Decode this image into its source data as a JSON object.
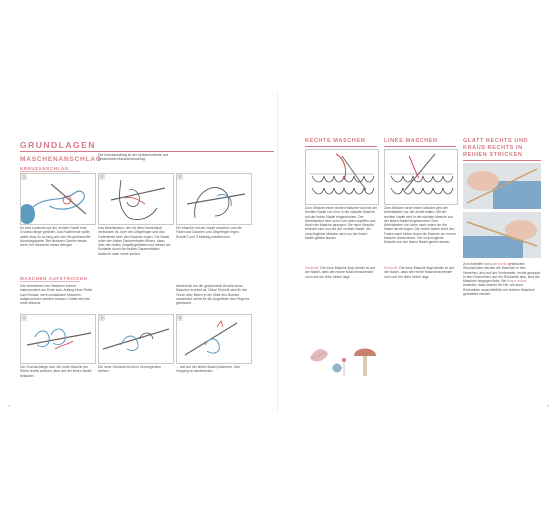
{
  "left": {
    "title": "GRUNDLAGEN",
    "section1": "MASCHENANSCHLAG",
    "subsection1": "KREUZANSCHLAG",
    "intro": "Der Kreuzanschlag ist der herkömmlichste und bekannteste Maschenanschlag.",
    "steps1": [
      {
        "num": "1",
        "text": "Es wird zunächst auf der rechten Nadel eine Grundschlinge gebildet. Das Fadenende sollte dabei etwa 3x so lang sein wie die gewünschte Anschlagskante. Bei dickeren Garnen etwas mehr, bei dünneren etwas weniger."
      },
      {
        "num": "2",
        "text": "Das Arbeitsfaden, der mit dem Garnknäuel verbunden ist, über den Zeigefinger und das Fadenende über den Daumen legen. Die Nadel unter den linken Daumenfaden führen, dann über den linken Zeigefingerfaden und diesen als Schlaufe durch die beiden Daumenfäden hindurch nach vorne ziehen."
      },
      {
        "num": "3",
        "text": "Die Masche auf der Nadel anziehen und die Fäden auf Daumen und Zeigefinger legen. Schritt 2 und 3 beliebig wiederholen."
      }
    ],
    "subsection2": "MASCHEN AUFSTRICKEN",
    "para2a": "Den Aufstricken von Maschen kommt insbesondere am Ende bzw. Anfang einer Reihe zum Einsatz, wenn zusätzliche Maschen aufgenommen werden müssen. Dabei wird die erste Masche",
    "para2b": "wiederholt, bis die gewünschte Anzahl neuer Maschen erreicht ist. Diese Technik wird für die Ohren aller Bären in der Mitte des Buches verwendet, siehe für die Augenlider des Pinguins gebraucht.",
    "steps2": [
      {
        "num": "1",
        "text": "Die Grundschlinge bzw. die erste Masche der Reihe rechts stricken, aber auf der linken Nadel belassen."
      },
      {
        "num": "2",
        "text": "Die neue Schlaufe leicht im Uhrzeigersinn drehen."
      },
      {
        "num": "3",
        "text": "... und auf der linken Nadel platzieren. Den Vorgang so wiederholen."
      }
    ]
  },
  "right": {
    "col1_title": "RECHTE MASCHEN",
    "col1_text": "Zum Stricken einer rechten Masche wird mit der rechten Nadel von vorn in die nächste Masche auf der linken Nadel eingestochen. Der Arbeitsfaden wird durch von oben ergriffen und durch die Masche gezogen. Die neue Masche befindet sich nun auf der rechten Nadel, die ursprüngliche Masche wird von der linken Nadel gleiten lassen.",
    "col1_check_label": "Kontrolle:",
    "col1_check": "Die neue Masche liegt wieder so auf der Nadel, dass der rechte Maschenschenkel vorn und der linke hinten liegt.",
    "col2_title": "LINKE MASCHEN",
    "col2_text": "Zum Stricken einer linken Masche wird der Arbeitsfaden vor der Arbeit halten. Mit der rechten Nadel wird in die nächste Masche auf der linken Nadel eingestochen. Den Arbeitsfaden von oben nach unten um die Nadel herum legen. Die rechte Nadel zieht den Faden nach hinten durch die Masche zur neuen Masche durchziehen. Die ursprüngliche Masche von der linken Nadel gleiten lassen.",
    "col2_check_label": "Kontrolle:",
    "col2_check": "Die neue Masche liegt wieder so auf der Nadel, dass der rechte Maschenschenkel vorn und der linke hinten liegt.",
    "col3_title": "GLATT RECHTS UND KRAUS RECHTS IN REIHEN STRICKEN",
    "col3_text_a": "Zum Arbeiten von",
    "col3_hl1": "glatt rechts",
    "col3_text_b": "gestrickten Strickstücken werden die Maschen in den Hinreihen, also auf der Vorderseite, rechts gestrickt. In den Rückreihen, auf der Rückseite also, sind die Maschen hingegen links. Bei",
    "col3_hl2": "Kraus rechts",
    "col3_text_c": "bedeutet, dass sowohl die Hin- als auch Rückreihen ausschließlich mit rechten Maschen gearbeitet werden."
  },
  "page_numbers": [
    "4",
    "5"
  ]
}
